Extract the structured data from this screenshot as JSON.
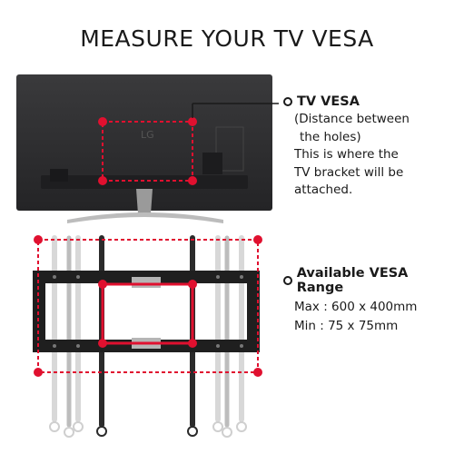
{
  "title": "MEASURE YOUR TV VESA",
  "tv_callout": {
    "heading": "TV VESA",
    "lines": [
      "(Distance between",
      "the holes)",
      "This is where the",
      "TV bracket will be",
      "attached."
    ]
  },
  "range_callout": {
    "heading": "Available VESA Range",
    "max": "Max : 600 x 400mm",
    "min": "Min : 75 x 75mm"
  },
  "tv_brand": "LG",
  "colors": {
    "accent": "#e0102f",
    "text": "#1a1a1a",
    "tv_body": "#2e2e30"
  }
}
